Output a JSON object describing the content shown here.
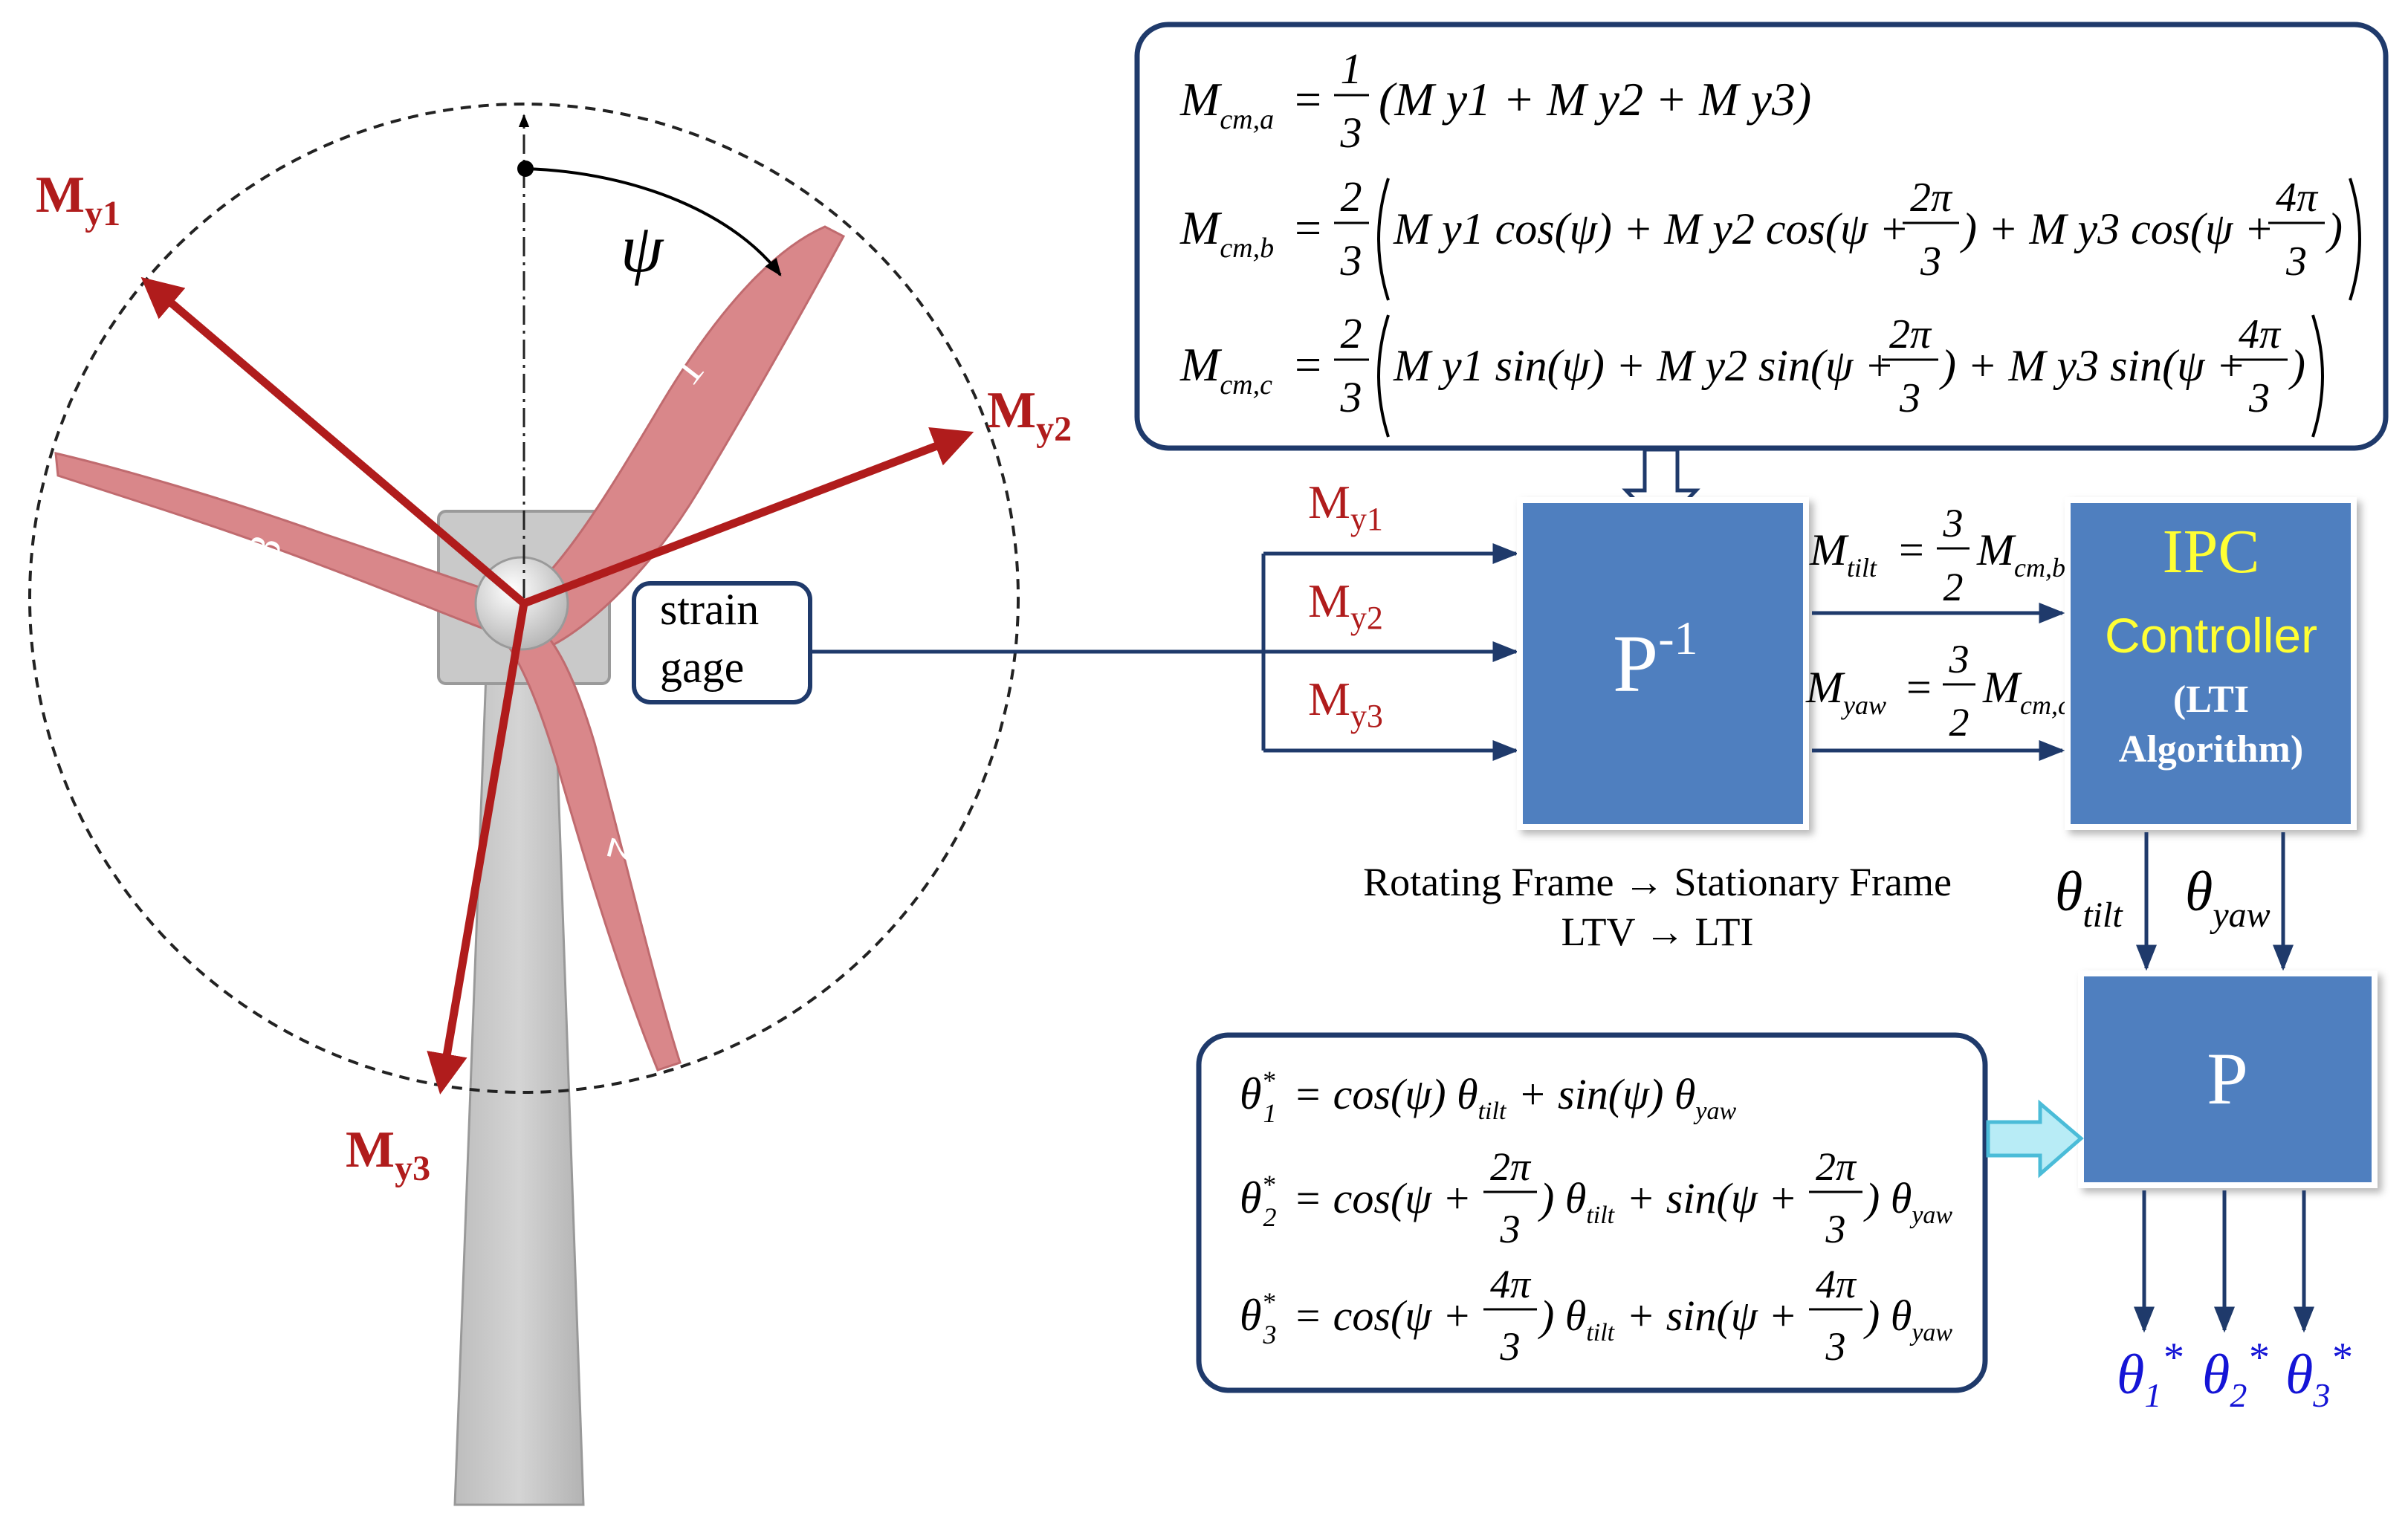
{
  "labels": {
    "psi": "ψ",
    "blade_1": "1",
    "blade_2": "2",
    "blade_3": "3",
    "strain_gage_line1": "strain",
    "strain_gage_line2": "gage",
    "inverse_park_block": "P",
    "inverse_park_sup": "-1",
    "ipc_title": "IPC",
    "ipc_controller": "Controller",
    "ipc_lti_line1": "(LTI",
    "ipc_lti_line2": "Algorithm)",
    "park_block": "P",
    "caption_line1": "Rotating Frame → Stationary Frame",
    "caption_line2": "LTV → LTI",
    "m_prefix": "M",
    "m_y1_sub": "y1",
    "m_y2_sub": "y2",
    "m_y3_sub": "y3",
    "theta": "θ",
    "theta_tilt_sub": "tilt",
    "theta_yaw_sub": "yaw",
    "out1_sub": "1",
    "out2_sub": "2",
    "out3_sub": "3",
    "out_star": "*"
  },
  "equations_top": {
    "row_a": {
      "lhs_sub": "cm,a",
      "coef_num": "1",
      "coef_den": "3",
      "body": "(M y1 + M y2 + M y3)"
    },
    "row_b": {
      "lhs_sub": "cm,b",
      "coef_num": "2",
      "coef_den": "3",
      "t1": "M y1 cos(ψ) + M y2 cos(ψ +",
      "f1_num": "2π",
      "f1_den": "3",
      "t2": ") + M y3 cos(ψ +",
      "f2_num": "4π",
      "f2_den": "3",
      "t3": ")"
    },
    "row_c": {
      "lhs_sub": "cm,c",
      "coef_num": "2",
      "coef_den": "3",
      "t1": "M y1 sin(ψ) + M y2 sin(ψ +",
      "f1_num": "2π",
      "f1_den": "3",
      "t2": ") + M y3 sin(ψ +",
      "f2_num": "4π",
      "f2_den": "3",
      "t3": ")"
    }
  },
  "equations_mid": {
    "tilt": {
      "lhs_sub": "tilt",
      "num": "3",
      "den": "2",
      "rhs_sub": "cm,b"
    },
    "yaw": {
      "lhs_sub": "yaw",
      "num": "3",
      "den": "2",
      "rhs_sub": "cm,c"
    }
  },
  "equations_bottom": {
    "row1": {
      "lhs_sub": "1",
      "t1": "= cos(ψ) θ",
      "s1": "tilt",
      "t2": "+ sin(ψ) θ",
      "s2": "yaw"
    },
    "row2": {
      "lhs_sub": "2",
      "t1": "= cos(ψ +",
      "fn": "2π",
      "fd": "3",
      "t2": ") θ",
      "s1": "tilt",
      "t3": "+ sin(ψ +",
      "t4": ") θ",
      "s2": "yaw"
    },
    "row3": {
      "lhs_sub": "3",
      "t1": "= cos(ψ +",
      "fn": "4π",
      "fd": "3",
      "t2": ") θ",
      "s1": "tilt",
      "t3": "+ sin(ψ +",
      "t4": ") θ",
      "s2": "yaw"
    }
  },
  "colors": {
    "red": "#b01c1c",
    "navy": "#1f3a6b",
    "block": "#4f7fbf",
    "yellow": "#ffff33",
    "blue_out": "#1414d6",
    "blade": "#d9878a",
    "tower": "#c8c8c8"
  }
}
